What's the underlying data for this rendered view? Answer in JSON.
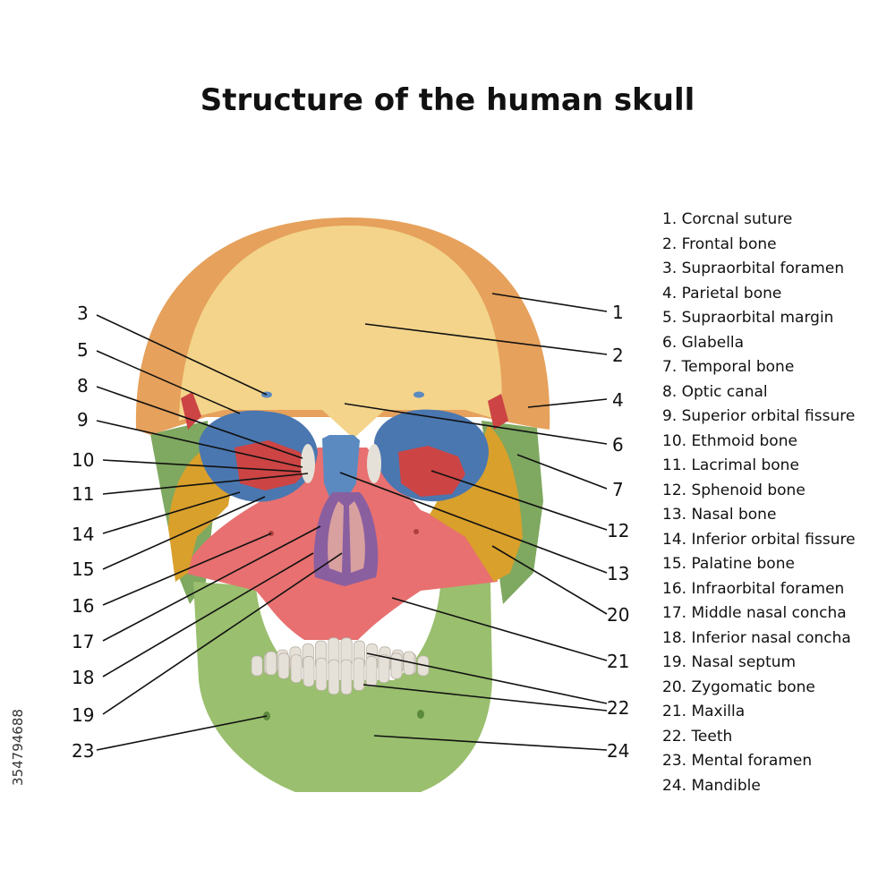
{
  "title": "Structure of the human skull",
  "stock_id": "354794688",
  "colors": {
    "frontal": "#f3d48a",
    "parietal": "#e6a15c",
    "temporal": "#7fa860",
    "zygomatic": "#d9a02b",
    "maxilla": "#e87070",
    "mandible": "#9abf6e",
    "orbit": "#4a77b0",
    "sphenoid": "#cc4444",
    "nasal_bone": "#5a8ac0",
    "teeth": "#e6e1d8",
    "septum": "#8a5fa0",
    "concha": "#d9a0a0"
  },
  "legend": [
    "1. Corcnal suture",
    "2. Frontal bone",
    "3. Supraorbital foramen",
    "4. Parietal bone",
    "5. Supraorbital margin",
    "6. Glabella",
    "7. Temporal bone",
    "8. Optic canal",
    "9. Superior orbital fissure",
    "10. Ethmoid bone",
    "11. Lacrimal bone",
    "12. Sphenoid bone",
    "13. Nasal bone",
    "14. Inferior orbital fissure",
    "15. Palatine bone",
    "16. Infraorbital foramen",
    "17. Middle nasal concha",
    "18. Inferior nasal concha",
    "19. Nasal septum",
    "20. Zygomatic bone",
    "21. Maxilla",
    "22. Teeth",
    "23. Mental foramen",
    "24. Mandible"
  ],
  "callouts": {
    "n1": "1",
    "n2": "2",
    "n3": "3",
    "n4": "4",
    "n5": "5",
    "n6": "6",
    "n7": "7",
    "n8": "8",
    "n9": "9",
    "n10": "10",
    "n11": "11",
    "n12": "12",
    "n13": "13",
    "n14": "14",
    "n15": "15",
    "n16": "16",
    "n17": "17",
    "n18": "18",
    "n19": "19",
    "n20": "20",
    "n21": "21",
    "n22": "22",
    "n23": "23",
    "n24": "24"
  }
}
